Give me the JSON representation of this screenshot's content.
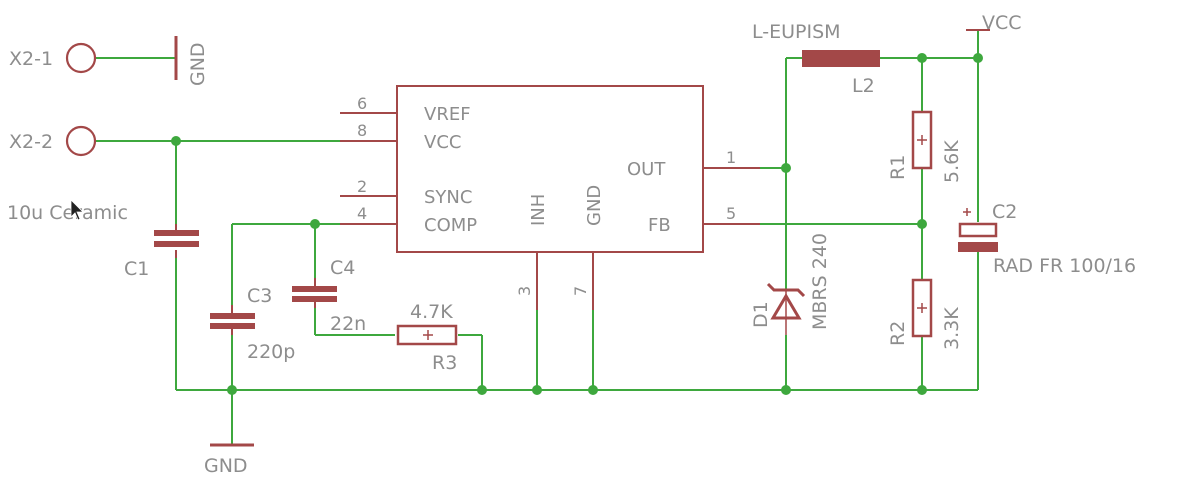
{
  "connectors": {
    "x2_1": "X2-1",
    "x2_2": "X2-2"
  },
  "nets": {
    "gnd_top": "GND",
    "gnd_bottom": "GND",
    "vcc": "VCC"
  },
  "ic": {
    "pins": {
      "vref": "VREF",
      "vcc": "VCC",
      "sync": "SYNC",
      "comp": "COMP",
      "inh": "INH",
      "gnd": "GND",
      "out": "OUT",
      "fb": "FB"
    },
    "pin_numbers": {
      "vref": "6",
      "vcc": "8",
      "sync": "2",
      "comp": "4",
      "inh": "3",
      "gnd": "7",
      "out": "1",
      "fb": "5"
    }
  },
  "components": {
    "c1": {
      "name": "C1",
      "value": "10u Ceramic"
    },
    "c2": {
      "name": "C2",
      "value": "RAD FR 100/16"
    },
    "c3": {
      "name": "C3",
      "value": "220p"
    },
    "c4": {
      "name": "C4",
      "value": "22n"
    },
    "r1": {
      "name": "R1",
      "value": "5.6K"
    },
    "r2": {
      "name": "R2",
      "value": "3.3K"
    },
    "r3": {
      "name": "R3",
      "value": "4.7K"
    },
    "l2": {
      "name": "L2",
      "value": "L-EUPISM"
    },
    "d1": {
      "name": "D1",
      "value": "MBRS 240"
    }
  },
  "colors": {
    "wire": "#3ea83e",
    "symbol": "#a34848",
    "text": "#8d8d8d"
  }
}
